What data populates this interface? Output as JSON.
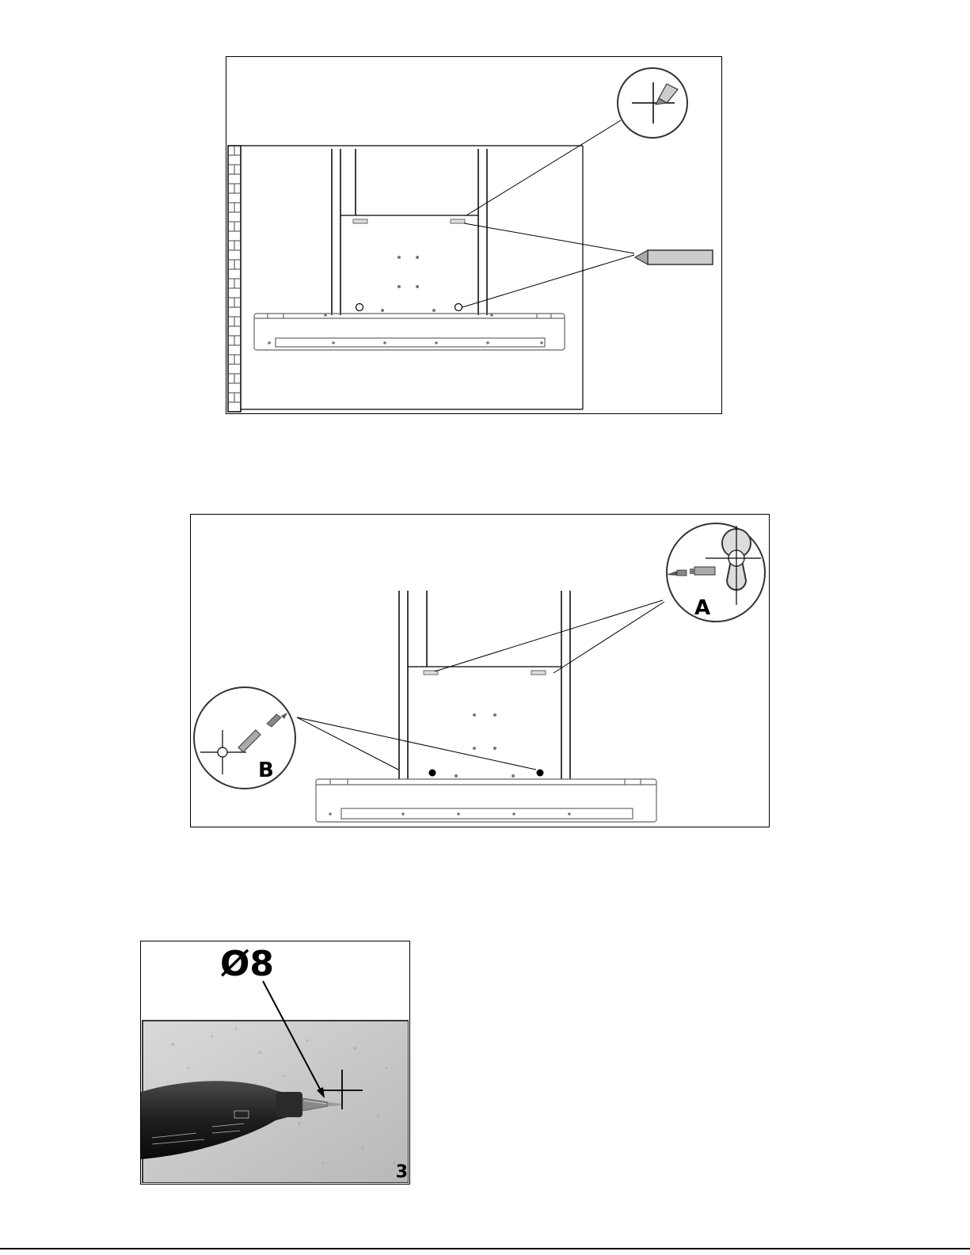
{
  "figure1": {
    "callouts": {
      "mark_detail": "pencil-cross-mark",
      "marker_tool": "pencil"
    }
  },
  "figure2": {
    "callouts": {
      "a_label": "A",
      "b_label": "B"
    }
  },
  "figure3": {
    "drill_diameter": "Ø8",
    "step_number": "3"
  }
}
